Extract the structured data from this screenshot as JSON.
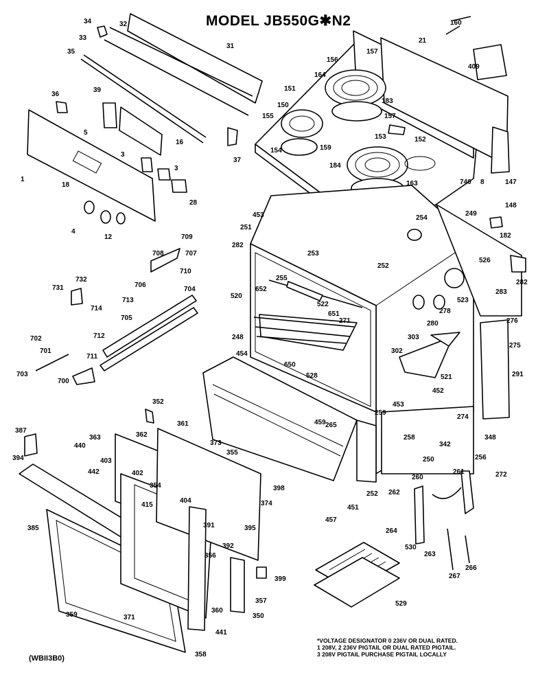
{
  "title": "MODEL JB550G✱N2",
  "footnote": [
    "*VOLTAGE DESIGNATOR 0 236V OR DUAL RATED.",
    "1 208V, 2 236V PIGTAIL OR DUAL RATED PIGTAIL.",
    "3 208V PIGTAIL PURCHASE PIGTAIL LOCALLY"
  ],
  "reference": "(WBII3B0)",
  "labels": [
    "34",
    "32",
    "31",
    "33",
    "35",
    "36",
    "39",
    "5",
    "16",
    "3",
    "3",
    "37",
    "1",
    "18",
    "28",
    "4",
    "12",
    "160",
    "21",
    "409",
    "157",
    "156",
    "151",
    "164",
    "150",
    "183",
    "155",
    "157",
    "153",
    "152",
    "154",
    "159",
    "184",
    "163",
    "740",
    "8",
    "147",
    "249",
    "148",
    "182",
    "453",
    "251",
    "254",
    "282",
    "253",
    "255",
    "252",
    "520",
    "652",
    "522",
    "651",
    "271",
    "248",
    "303",
    "280",
    "278",
    "523",
    "526",
    "283",
    "276",
    "282",
    "302",
    "709",
    "708",
    "707",
    "710",
    "706",
    "704",
    "713",
    "714",
    "731",
    "732",
    "705",
    "712",
    "711",
    "702",
    "701",
    "703",
    "700",
    "454",
    "650",
    "528",
    "521",
    "275",
    "291",
    "452",
    "453",
    "259",
    "258",
    "459",
    "265",
    "457",
    "451",
    "252",
    "250",
    "274",
    "342",
    "256",
    "348",
    "272",
    "352",
    "361",
    "362",
    "363",
    "440",
    "403",
    "442",
    "402",
    "387",
    "394",
    "373",
    "355",
    "354",
    "404",
    "415",
    "398",
    "374",
    "395",
    "391",
    "392",
    "356",
    "385",
    "399",
    "357",
    "360",
    "350",
    "359",
    "371",
    "441",
    "358",
    "260",
    "261",
    "262",
    "264",
    "263",
    "267",
    "266",
    "530",
    "529"
  ]
}
